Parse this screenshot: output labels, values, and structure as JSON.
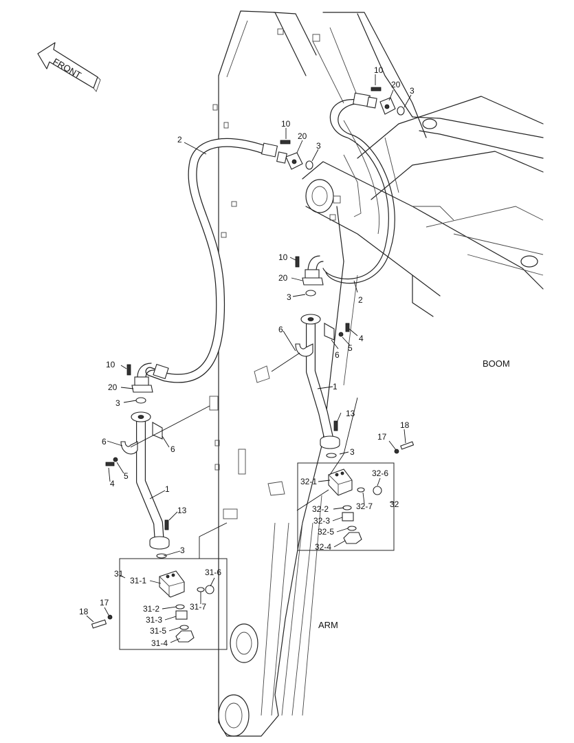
{
  "orientation": {
    "arrow_label": "FRONT"
  },
  "sections": {
    "boom": "BOOM",
    "arm": "ARM"
  },
  "labels": {
    "l2a": "2",
    "l2b": "2",
    "l10a": "10",
    "l20a": "20",
    "l3a": "3",
    "l10b": "10",
    "l20b": "20",
    "l3b": "3",
    "l10c": "10",
    "l20c": "20",
    "l3c": "3",
    "l6a": "6",
    "l6b": "6",
    "l4a": "4",
    "l5a": "5",
    "l1a": "1",
    "l13a": "13",
    "l3d": "3",
    "l17a": "17",
    "l18a": "18",
    "l10d": "10",
    "l20d": "20",
    "l3e": "3",
    "l6c": "6",
    "l6d": "6",
    "l5b": "5",
    "l4b": "4",
    "l1b": "1",
    "l13b": "13",
    "l3f": "3",
    "l17b": "17",
    "l18b": "18"
  },
  "group_32": {
    "number": "32",
    "parts": [
      "32-1",
      "32-6",
      "32-7",
      "32-2",
      "32-3",
      "32-5",
      "32-4"
    ]
  },
  "group_31": {
    "number": "31",
    "parts": [
      "31-1",
      "31-6",
      "31-7",
      "31-2",
      "31-3",
      "31-5",
      "31-4"
    ]
  }
}
